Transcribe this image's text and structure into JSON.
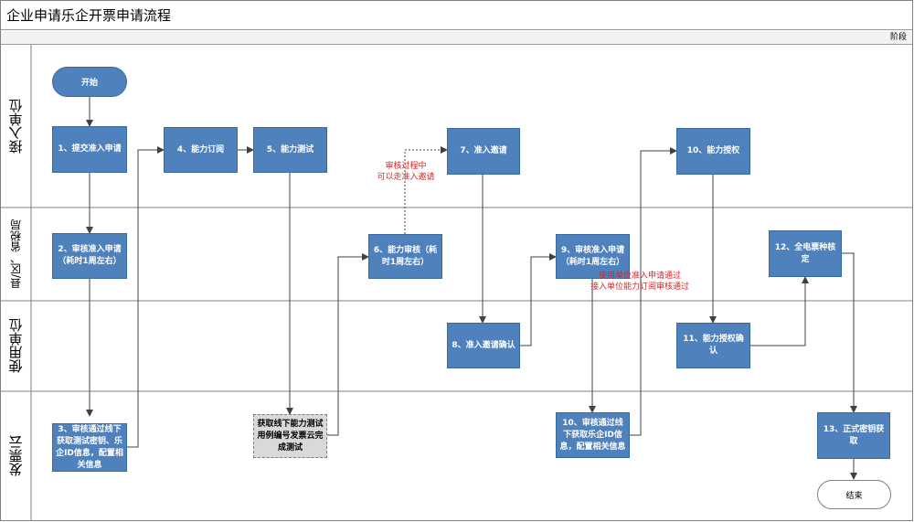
{
  "title": "企业申请乐企开票申请流程",
  "phase_label": "阶段",
  "lanes": [
    {
      "id": "access",
      "label": "接入单位"
    },
    {
      "id": "tax",
      "label": "县/区、省税局"
    },
    {
      "id": "user",
      "label": "使用单位"
    },
    {
      "id": "cloud",
      "label": "发票云"
    }
  ],
  "nodes": {
    "start": "开始",
    "n1": "1、提交准入申请",
    "n2": "2、审核准入申请（耗时1周左右）",
    "n3": "3、审核通过线下获取测试密钥、乐企ID信息，配置相关信息",
    "n4": "4、能力订阅",
    "n5": "5、能力测试",
    "test": "获取线下能力测试用例编号发票云完成测试",
    "n6": "6、能力审核（耗时1周左右）",
    "n7": "7、准入邀请",
    "n8": "8、准入邀请确认",
    "n9": "9、审核准入申请（耗时1周左右）",
    "n10a": "10、能力授权",
    "n10b": "10、审核通过线下获取乐企ID信息，配置相关信息",
    "n11": "11、能力授权确认",
    "n12": "12、全电票种核定",
    "n13": "13、正式密钥获取",
    "end": "结束"
  },
  "notes": {
    "during_review_1": "审核过程中",
    "during_review_2": "可以走准入邀请",
    "pass_1": "使用单位准入申请通过",
    "pass_2": "接入单位能力订阅审核通过"
  }
}
